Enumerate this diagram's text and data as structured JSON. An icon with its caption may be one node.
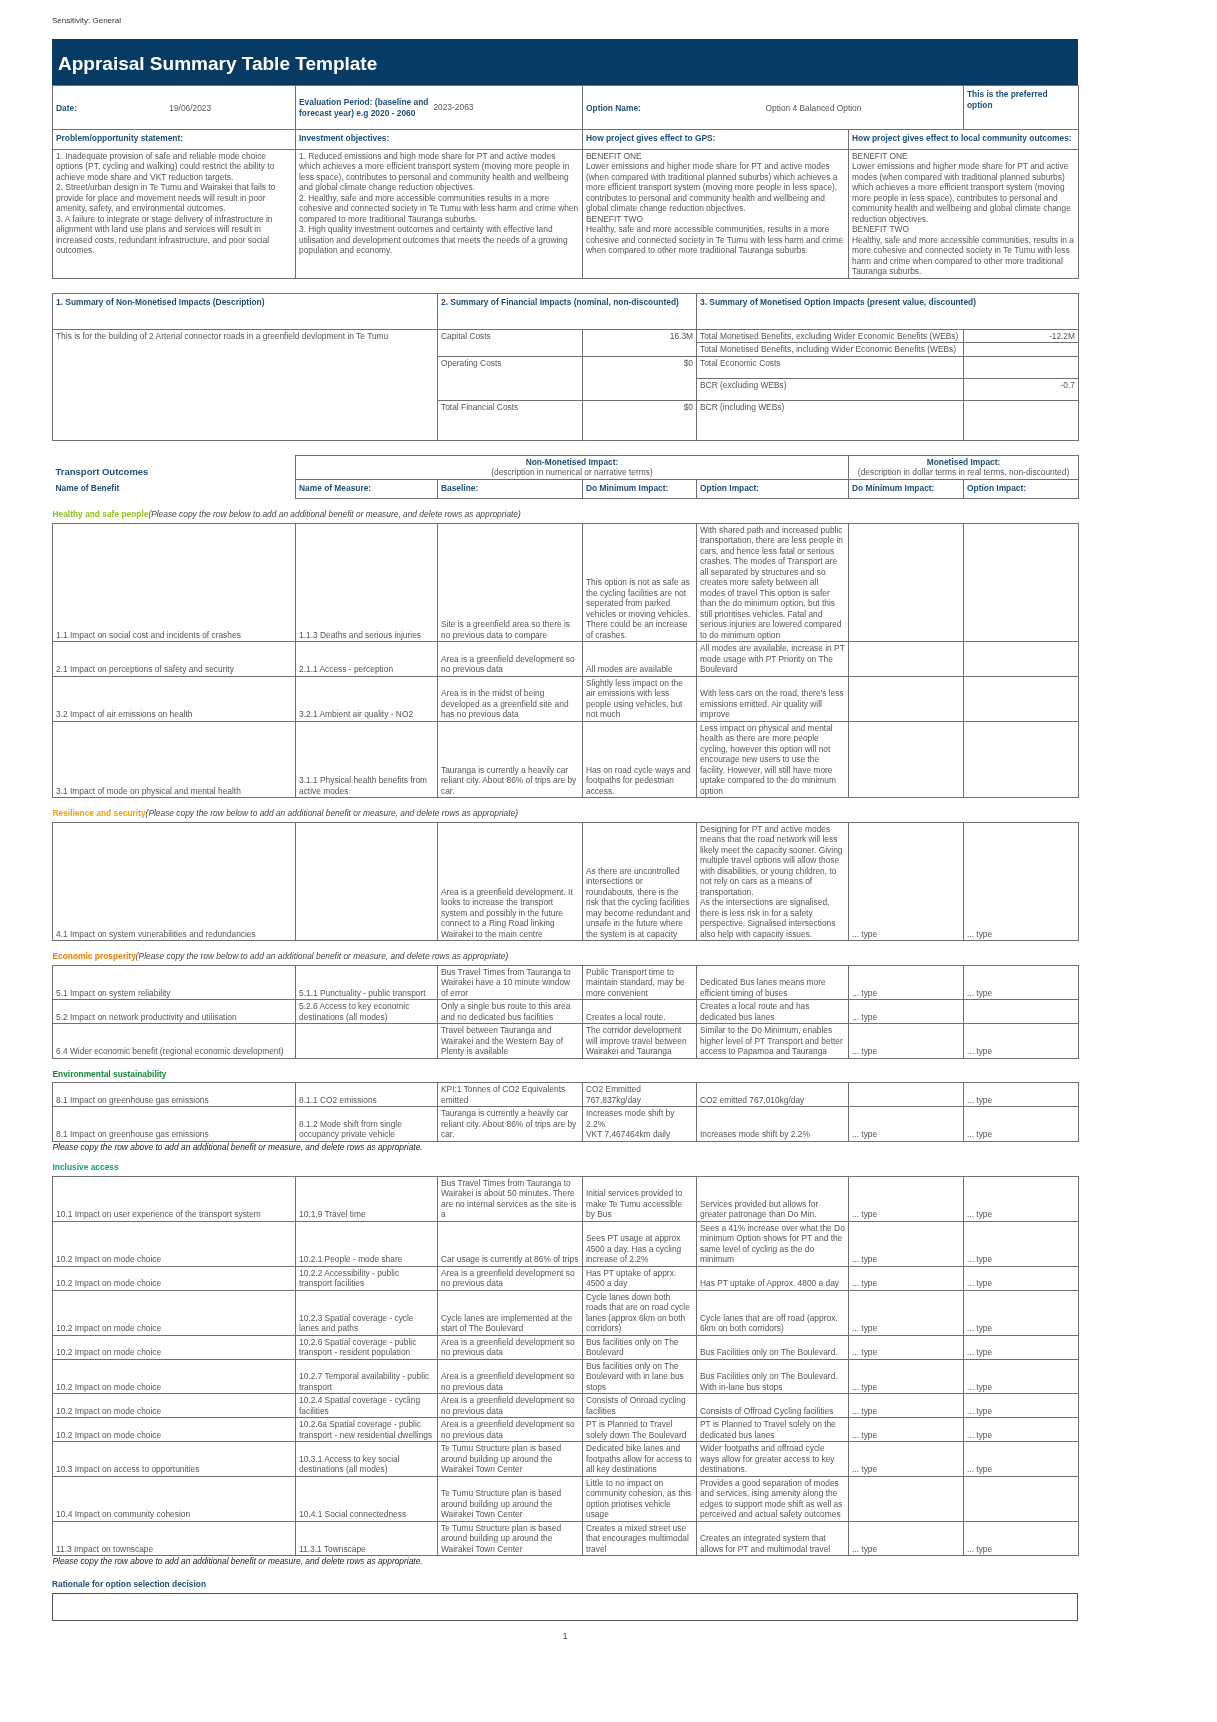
{
  "diagram": {
    "title": "Appraisal Summary Table Template",
    "labels": [
      "Sensitivity: General",
      "Date:",
      "19/06/2023",
      "Evaluation Period: (baseline and forecast year) e.g 2020 - 2060",
      "2023-2063",
      "Option Name:",
      "Option 4 Balanced Option",
      "This is the preferred option",
      "Problem/opportunity statement:",
      "Investment objectives:",
      "How project gives effect to GPS:",
      "How project gives effect to local community outcomes:",
      "1. Inadequate provision of safe and reliable mode choice options (PT, cycling and walking) could restrict the ability to achieve mode share and VKT reduction targets.",
      "2. Street/urban design in Te Tumu and Wairakei that fails to provide for place and movement needs will result in poor amenity, safety, and environmental outcomes.",
      "3. A failure to integrate or stage delivery of infrastructure in alignment with land use plans and services will result in increased costs, redundant infrastructure, and poor social outcomes.",
      "1. Reduced emissions and high mode share for PT and active modes which achieves a more efficient transport system (moving more people in less space), contributes to personal and community health and wellbeing and global climate change reduction objectives.",
      "2. Healthy, safe and more accessible communities results in a more cohesive and connected society in Te Tumu with less harm and crime when compared to more traditional Tauranga suburbs.",
      "3. High quality investment outcomes and certainty with effective land utilisation and development outcomes that meets the needs of a growing population and economy.",
      "BENEFIT ONE",
      "Lower emissions and higher mode share for PT and active modes (when compared with traditional planned suburbs) which achieves a more efficient transport system (moving more people in less space), contributes to personal and community health and wellbeing and global climate change reduction objectives.",
      "BENEFIT TWO",
      "Healthy, safe and more accessible communities, results in a more cohesive and connected society in Te Tumu with less harm and crime when compared to other more traditional Tauranga suburbs.",
      "BENEFIT ONE",
      "Lower emissions and higher mode share for PT and active modes (when compared with traditional planned suburbs) which achieves a more efficient transport system (moving more people in less space), contributes to personal and community health and wellbeing and global climate change reduction objectives.",
      "BENEFIT TWO",
      "Healthy, safe and more accessible communities, results in a more cohesive and connected society in Te Tumu with less harm and crime when compared to other more traditional Tauranga suburbs.",
      "1.  Summary of Non-Monetised Impacts (Description)",
      "2.  Summary of Financial Impacts (nominal, non-discounted)",
      "3.  Summary of Monetised Option Impacts (present value, discounted)",
      "This is for the building of 2 Arterial connector roads in a greenfield devlopment in Te Tumu",
      "Capital Costs",
      "16.3M",
      "Total Monetised Benefits, excluding Wider Economic Benefits (WEBs)",
      "-12.2M",
      "Total Monetised Benefits, including Wider Economic Benefits (WEBs)",
      "Operating Costs",
      "$0",
      "Total Economic Costs",
      "BCR (excluding WEBs)",
      "-0.7",
      "Total Financial Costs",
      "$0",
      "BCR (including WEBs)",
      "Transport Outcomes",
      "Non-Monetised Impact:",
      "(description in numerical or narrative terms)",
      "Monetised Impact:",
      "(description in dollar terms in real terms, non-discounted)",
      "Name of Benefit",
      "Name of Measure:",
      "Baseline:",
      "Do Minimum Impact:",
      "Option Impact:",
      "Do Minimum Impact:",
      "Option Impact:",
      "Healthy and safe people",
      "(Please copy the row below to add an additional benefit or measure, and delete rows as appropriate)",
      "1.1 Impact on social cost and incidents of crashes",
      "1.1.3 Deaths and serious injuries",
      "Site is a greenfield area so there is no previous data to compare",
      "This option is not as safe as the cycling facilities are not seperated from parked vehicles or moving vehicles. There could be an increase of crashes.",
      "With shared path and increased public transportation, there are less people in cars, and hence less fatal or serious crashes. The modes of Transport are all separated by structures and so creates more safety between all modes of travel This option is safer than the do minimum option, but this still prioritises vehicles. Fatal and serious injuries are lowered compared to do minimum option",
      "2.1 Impact on perceptions of safety and security",
      "2.1.1 Access - perception",
      "Area is a greenfield development so no previous data",
      "All modes are available",
      "All modes are available, increase in PT mode usage with PT Priority on The Boulevard",
      "3.2 Impact of air emissions on health",
      "3.2.1 Ambient air quality - NO2",
      "Area is in the midst of being developed as a greenfield site and has no previous data",
      "Slightly less impact on the air emissions with less people using vehicles, but not much",
      "With less cars on the road, there's less emissions emitted. Air quality will improve",
      "3.1 Impact of mode on physical and mental health",
      "3.1.1 Physical health benefits from active modes",
      "Tauranga is currently a heavily car reliant city. About 86% of trips are by car.",
      "Has on road cycle ways and footpaths for pedestrian access.",
      "Less impact on physical and mental health as there are more people cycling, however this option will not encourage new users to use the facility. However, will still have more uptake compared to the do minimum option",
      "Resilience and security",
      "(Please copy the row below to add an additional benefit or measure, and delete rows as appropriate)",
      "4.1 Impact on system vunerabilities and redundancies",
      "Area is a greenfield development. It looks to increase the transport system and possibly in the future connect to a Ring Road linking Wairakei to the main centre",
      "As there are uncontrolled intersections or roundabouts, there is the risk that the cycling facilities may become redundant and unsafe in the future where the system is at capacity",
      "Designing for PT and active modes means that the road network will less likely meet the capacity sooner. Giving multiple travel options will allow those with disabilities, or young children, to not rely on cars as a means of transportation.",
      "As the intersections are signalised, there is less risk in for a safety perspective. Signalised intersections also help with capacity issues.",
      "... type",
      "... type",
      "Economic prosperity",
      "(Please copy the row below to add an additional benefit or measure, and delete rows as appropriate)",
      "5.1 Impact on system reliability",
      "5.1.1 Punctuality - public transport",
      "Bus Travel Times from Tauranga to Wairakei have a 10 minute window of error",
      "Public Transport time to maintain standard, may be more convenient",
      "Dedicated Bus lanes means more efficient timing of buses",
      "... type",
      "... type",
      "5.2 Impact on network productivity and utilisation",
      "5.2.6 Access to key economic destinations (all modes)",
      "Only a single bus route to this area and no dedicated bus facilities",
      "Creates a local route.",
      "Creates a local route and has dedicated bus lanes",
      "... type",
      "6.4 Wider economic benefit (regional economic development)",
      "Travel between Tauranga and Wairakei and the Western Bay of Plenty is available",
      "The corridor development will improve travel between Wairakei and Tauranga",
      "Similar to the Do Minimum, enables higher level of PT Transport and better access to Papamoa and Tauranga",
      "... type",
      "... type",
      "Environmental sustainability",
      "8.1 Impact on greenhouse gas emissions",
      "8.1.1 CO2 emissions",
      "KPI:1 Tonnes of CO2 Equivalents emitted",
      "CO2 Emmitted 767,837kg/day",
      "CO2 emitted 767,010kg/day",
      "... type",
      "8.1 Impact on greenhouse gas emissions",
      "8.1.2 Mode shift from single occupancy private vehicle",
      "Tauranga is currently a heavily car reliant city. About 86% of trips are by car.",
      "Increases mode shift by 2.2%",
      "VKT 7,467464km daily",
      "Increases mode shift by 2.2%",
      "... type",
      "... type",
      "Please copy the row above to add an additional benefit or measure, and delete rows as appropriate.",
      "Inclusive access",
      "10.1 Impact on user experience of the transport system",
      "10.1.9 Travel time",
      "Bus Travel Times from Tauranga to Wairakei is about 50 minutes. There are no internal services as the site is a",
      "Initial services provided to make Te Tumu accessible by Bus",
      "Services provided but allows for greater patronage than Do Min.",
      "... type",
      "... type",
      "10.2 Impact on mode choice",
      "10.2.1 People - mode share",
      "Car usage is currently at 86% of trips",
      "Sees PT usage at approx 4500 a day. Has a cycling increase of 2.2%",
      "Sees a 41% increase over what the Do minimum Option shows for PT and the same level of cycling as the do minimum",
      "... type",
      "... type",
      "10.2 Impact on mode choice",
      "10.2.2 Accessibility - public transport facilities",
      "Area is a greenfield development so no previous data",
      "Has PT uptake of apprx. 4500 a day",
      "Has PT uptake of Approx. 4800 a day",
      "... type",
      "... type",
      "10.2 Impact on mode choice",
      "10.2.3 Spatial coverage - cycle lanes and paths",
      "Cycle lanes are implemented at the start of The Boulevard",
      "Cycle lanes down both roads that are on road cycle lanes (approx 6km on both corridors)",
      "Cycle lanes that are off road (approx. 6km on both corridors)",
      "... type",
      "... type",
      "10.2 Impact on mode choice",
      "10.2.6 Spatial coverage - public transport - resident population",
      "Area is a greenfield development so no previous data",
      "Bus facilities only on The Boulevard",
      "Bus Facilities only on The Boulevard.",
      "... type",
      "... type",
      "10.2 Impact on mode choice",
      "10.2.7 Temporal availability - public transport",
      "Area is a greenfield development so no previous data",
      "Bus facilities only on The Boulevard with in lane bus stops",
      "Bus Facilities only on The Boulevard. With in-lane bus stops",
      "... type",
      "... type",
      "10.2 Impact on mode choice",
      "10.2.4 Spatial coverage - cycling facilities",
      "Area is a greenfield development so no previous data",
      "Consists of Onroad cycling facilities",
      "Consists of Offroad Cycling facilities",
      "... type",
      "... type",
      "10.2 Impact on mode choice",
      "10.2.6a Spatial coverage - public transport - new residential dwellings",
      "Area is a greenfield development so no previous data",
      "PT is Planned to Travel solely down The Boulevard",
      "PT is Planned to Travel solely on the dedicated bus lanes",
      "... type",
      "... type",
      "10.3 Impact on access to opportunities",
      "10.3.1 Access to key social destinations (all modes)",
      "Te Tumu Structure plan is based around building up around the Wairakei Town Center",
      "Dedicated bike lanes and footpaths allow for access to all key destinations",
      "Wider footpaths and offroad cycle ways allow for greater access to key destinations.",
      "... type",
      "... type",
      "10.4 Impact on community cohesion",
      "10.4.1 Social connectedness",
      "Te Tumu Structure plan is based around building up around the Wairakei Town Center",
      "Little to no impact on community cohesion, as this option priotises vehicle usage",
      "Provides a good separation of modes and services, ising amenity along the edges to support mode shift as well as perceived and actual safety outcomes",
      "11.3 Impact on townscape",
      "11.3.1 Townscape",
      "Te Tumu Structure plan is based around building up around the Wairakei Town Center",
      "Creates a mixed street use that encourages multimodal travel",
      "Creates an integrated system that allows for PT and multimodal travel",
      "... type",
      "... type",
      "Please copy the row above to add an additional benefit or measure, and delete rows as appropriate.",
      "Rationale for option selection decision",
      "1"
    ]
  }
}
